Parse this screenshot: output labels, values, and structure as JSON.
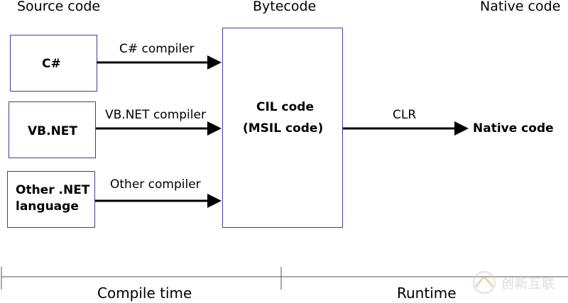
{
  "columns": {
    "source": "Source code",
    "bytecode": "Bytecode",
    "native": "Native code"
  },
  "sources": [
    {
      "lines": [
        "C#"
      ]
    },
    {
      "lines": [
        "VB.NET"
      ]
    },
    {
      "lines": [
        "Other .NET",
        "language"
      ]
    }
  ],
  "compilers": [
    "C# compiler",
    "VB.NET compiler",
    "Other compiler"
  ],
  "cil": {
    "line1": "CIL code",
    "line2": "(MSIL code)"
  },
  "runtime_edge": "CLR",
  "native_target": "Native code",
  "phases": {
    "compile": "Compile time",
    "runtime": "Runtime"
  },
  "watermark": {
    "text": "创新互联",
    "icon": "brand-logo-icon"
  },
  "colors": {
    "box_border": "#3b3f9a",
    "arrow": "#000000",
    "axis": "#555555",
    "watermark": "#c9c9c9"
  }
}
